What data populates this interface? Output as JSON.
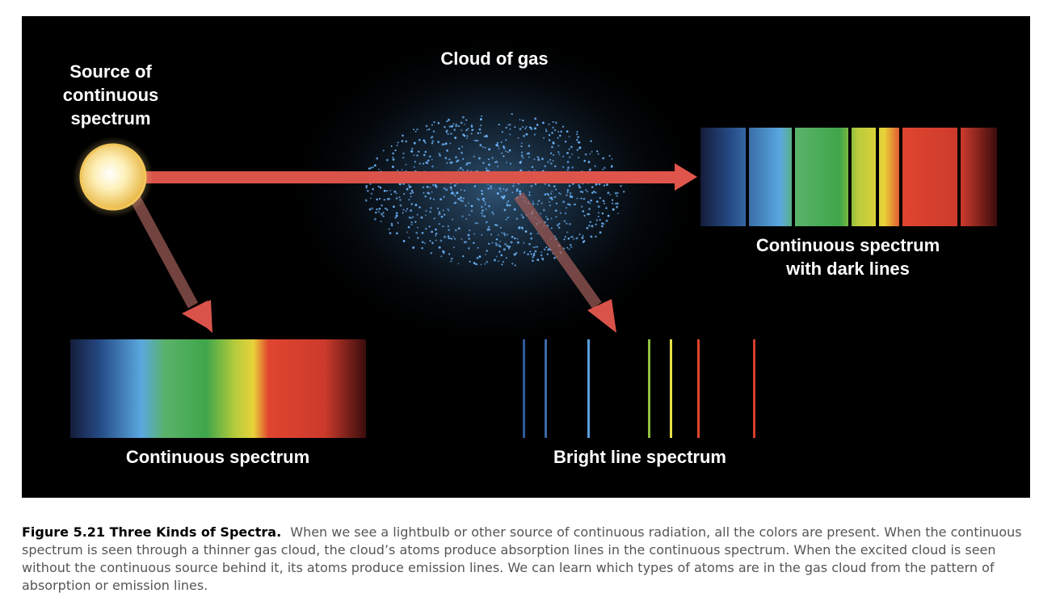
{
  "diagram": {
    "labels": {
      "source": "Source of\ncontinuous\nspectrum",
      "cloud": "Cloud of gas",
      "dark_lines": "Continuous spectrum\nwith dark lines",
      "continuous": "Continuous spectrum",
      "bright_line": "Bright line spectrum"
    },
    "colors": {
      "background": "#000000",
      "arrow": "#d9534a",
      "star": "#fbe7a1",
      "cloud_dots": "#6fb8ff"
    }
  },
  "caption": {
    "title": "Figure 5.21 Three Kinds of Spectra.",
    "text": "When we see a lightbulb or other source of continuous radiation, all the colors are present. When the continuous spectrum is seen through a thinner gas cloud, the cloud’s atoms produce absorption lines in the continuous spectrum. When the excited cloud is seen without the continuous source behind it, its atoms produce emission lines. We can learn which types of atoms are in the gas cloud from the pattern of absorption or emission lines."
  }
}
